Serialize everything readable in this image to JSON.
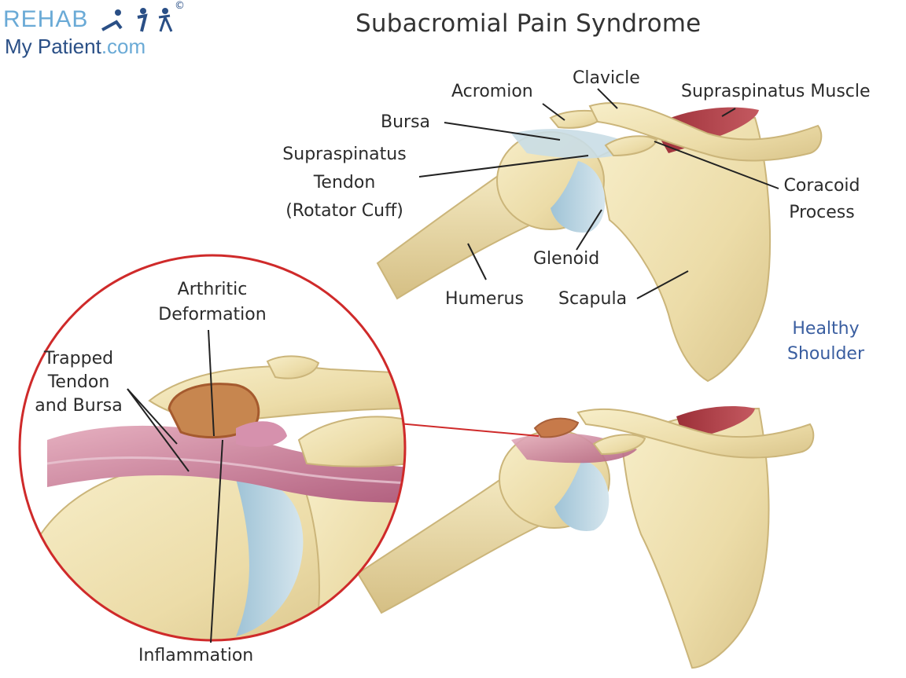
{
  "logo": {
    "line1": "REHAB",
    "line2_name": "My Patient",
    "line2_domain": ".com",
    "copyright": "©"
  },
  "title": "Subacromial Pain Syndrome",
  "labels_healthy": {
    "clavicle": "Clavicle",
    "acromion": "Acromion",
    "supraspinatus_muscle": "Supraspinatus Muscle",
    "bursa": "Bursa",
    "supraspinatus_tendon_1": "Supraspinatus",
    "supraspinatus_tendon_2": "Tendon",
    "supraspinatus_tendon_3": "(Rotator Cuff)",
    "coracoid_1": "Coracoid",
    "coracoid_2": "Process",
    "glenoid": "Glenoid",
    "humerus": "Humerus",
    "scapula": "Scapula",
    "healthy_1": "Healthy",
    "healthy_2": "Shoulder"
  },
  "labels_pathology": {
    "arthritic_1": "Arthritic",
    "arthritic_2": "Deformation",
    "trapped_1": "Trapped",
    "trapped_2": "Tendon",
    "trapped_3": "and Bursa",
    "inflammation": "Inflammation"
  },
  "colors": {
    "bone": "#efe2b4",
    "bone_shade": "#d8c58e",
    "cartilage": "#bcd6e2",
    "muscle": "#b5444d",
    "inflamed": "#c77a95",
    "spur": "#c77a4a",
    "highlight_circle": "#cf2a2a",
    "leader": "#222222",
    "healthy_text": "#3a5ea0"
  }
}
